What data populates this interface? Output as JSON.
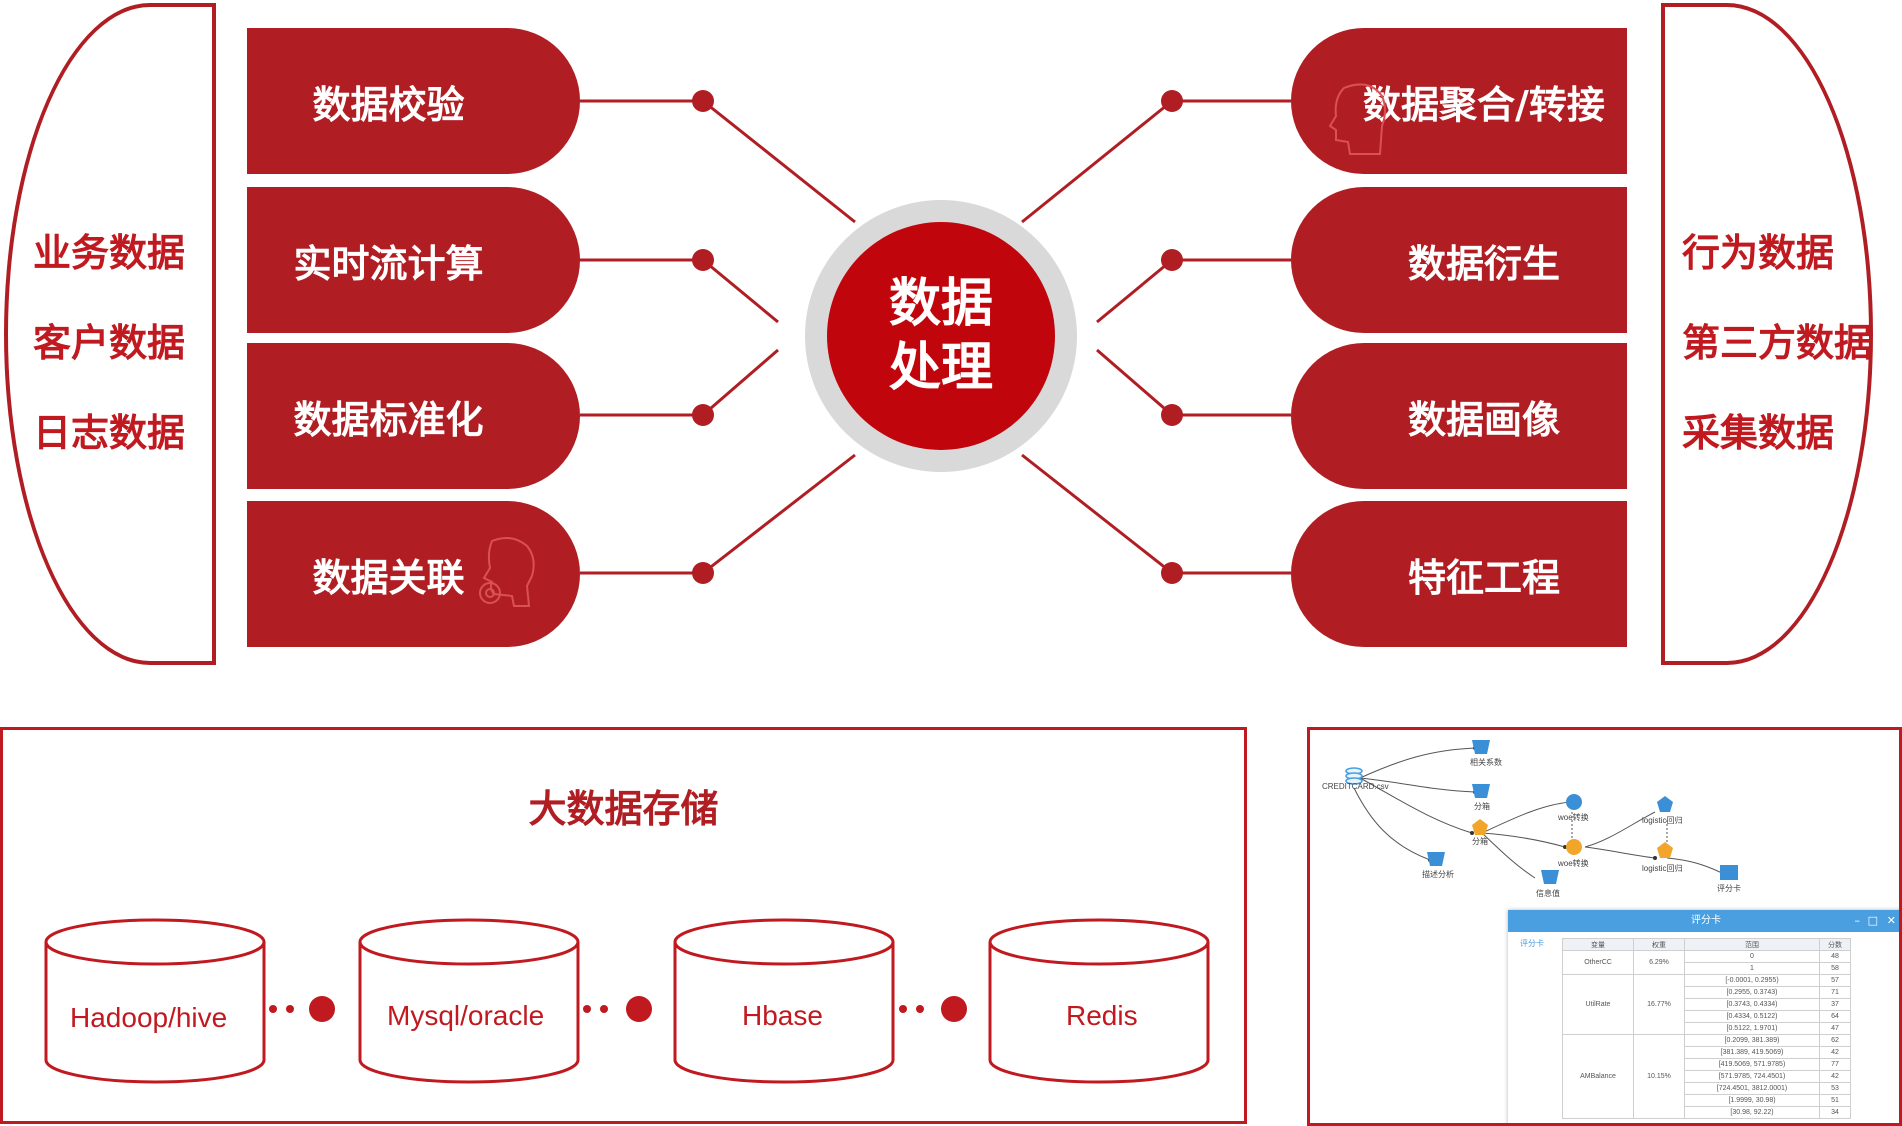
{
  "left_sources": [
    "业务数据",
    "客户数据",
    "日志数据"
  ],
  "right_sources": [
    "行为数据",
    "第三方数据",
    "采集数据"
  ],
  "left_processes": [
    "数据校验",
    "实时流计算",
    "数据标准化",
    "数据关联"
  ],
  "right_processes": [
    "数据聚合/转接",
    "数据衍生",
    "数据画像",
    "特征工程"
  ],
  "hub": {
    "line1": "数据",
    "line2": "处理"
  },
  "storage": {
    "title": "大数据存储",
    "databases": [
      "Hadoop/hive",
      "Mysql/oracle",
      "Hbase",
      "Redis"
    ]
  },
  "screenshot": {
    "nodes": {
      "source": "CREDITCARD.csv",
      "corr": "相关系数",
      "bin1": "分箱",
      "bin2": "分箱",
      "describe": "描述分析",
      "woe1": "woe转换",
      "woe2": "woe转换",
      "iv": "信息值",
      "lr1": "logistic回归",
      "lr2": "logistic回归",
      "scorecard": "评分卡"
    },
    "icons": {
      "corr": "Pair",
      "bin": "BIN",
      "sum": "Σ",
      "iv": "IV",
      "lr": "LR",
      "scr": "SCR"
    },
    "window": {
      "title": "评分卡",
      "side_tab": "评分卡",
      "headers": [
        "变量",
        "权重",
        "范围",
        "分数"
      ],
      "rows": [
        {
          "var": "OtherCC",
          "weight": "6.29%",
          "ranges": [
            [
              "0",
              "48"
            ],
            [
              "1",
              "58"
            ]
          ]
        },
        {
          "var": "UtilRate",
          "weight": "16.77%",
          "ranges": [
            [
              "[-0.0001, 0.2955)",
              "57"
            ],
            [
              "[0.2955, 0.3743)",
              "71"
            ],
            [
              "[0.3743, 0.4334)",
              "37"
            ],
            [
              "[0.4334, 0.5122)",
              "64"
            ],
            [
              "[0.5122, 1.9701)",
              "47"
            ]
          ]
        },
        {
          "var": "AMBalance",
          "weight": "10.15%",
          "ranges": [
            [
              "[0.2099, 381.389)",
              "62"
            ],
            [
              "[381.389, 419.5069)",
              "42"
            ],
            [
              "[419.5069, 571.9785)",
              "77"
            ],
            [
              "[571.9785, 724.4501)",
              "42"
            ],
            [
              "[724.4501, 3812.0001)",
              "53"
            ],
            [
              "[1.9999, 30.98)",
              "51"
            ],
            [
              "[30.98, 92.22)",
              "34"
            ]
          ]
        }
      ]
    }
  }
}
